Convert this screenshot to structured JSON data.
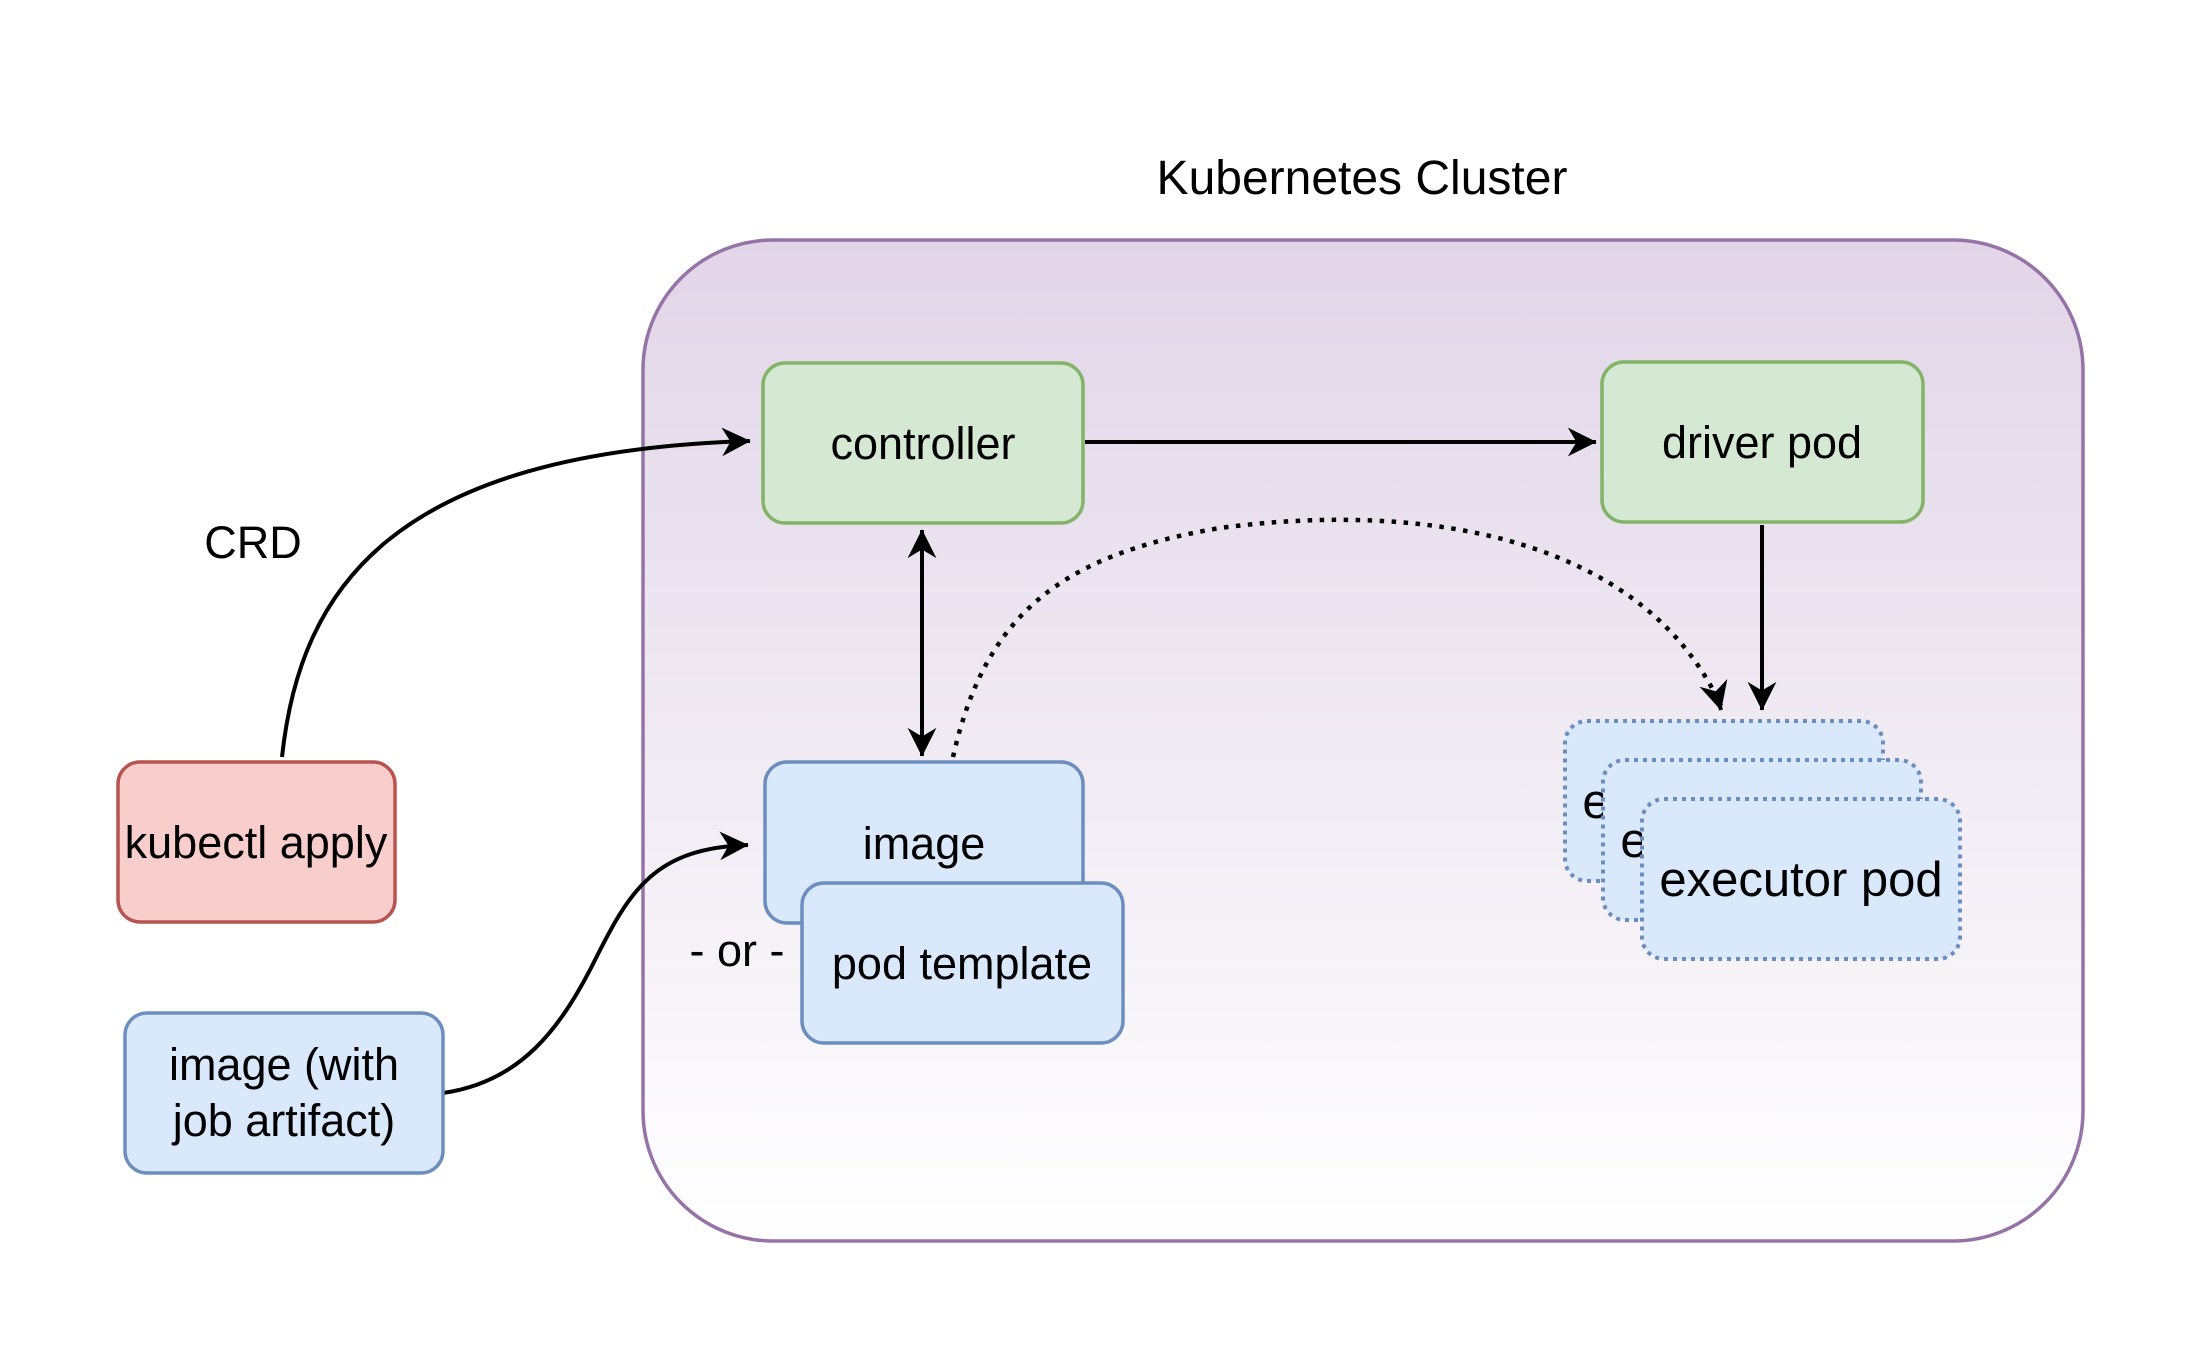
{
  "diagram": {
    "title": "Kubernetes Cluster",
    "nodes": {
      "kubectl_apply": {
        "label": "kubectl apply",
        "fill": "#f8cecc",
        "stroke": "#b85450"
      },
      "image_with_artifact": {
        "line1": "image (with",
        "line2": "job artifact)",
        "fill": "#dae8fc",
        "stroke": "#6c8ebf"
      },
      "controller": {
        "label": "controller",
        "fill": "#d5e8d4",
        "stroke": "#82b366"
      },
      "driver_pod": {
        "label": "driver pod",
        "fill": "#d5e8d4",
        "stroke": "#82b366"
      },
      "image": {
        "label": "image",
        "fill": "#dae8fc",
        "stroke": "#6c8ebf"
      },
      "pod_template": {
        "label": "pod template",
        "fill": "#dae8fc",
        "stroke": "#6c8ebf"
      },
      "executor_pod": {
        "label": "executor pod",
        "count": 3,
        "fill": "#dae8fc",
        "stroke": "#6c8ebf",
        "border_style": "dotted"
      }
    },
    "edge_labels": {
      "crd": "CRD",
      "or": "- or -"
    },
    "edges": [
      {
        "from": "kubectl apply",
        "to": "controller",
        "label": "CRD",
        "style": "solid-curve",
        "arrow": "end"
      },
      {
        "from": "controller",
        "to": "driver pod",
        "style": "solid",
        "arrow": "end"
      },
      {
        "from": "controller",
        "to": "image",
        "style": "solid",
        "arrow": "both"
      },
      {
        "from": "image",
        "to": "executor pod",
        "style": "dotted-curve",
        "arrow": "end"
      },
      {
        "from": "driver pod",
        "to": "executor pod",
        "style": "solid",
        "arrow": "end"
      },
      {
        "from": "image (with job artifact)",
        "to": "image",
        "style": "solid-curve",
        "arrow": "end"
      }
    ],
    "colors": {
      "cluster_fill_top": "#e1d5e7",
      "cluster_fill_bottom": "#ffffff",
      "cluster_stroke": "#9673a6",
      "green_fill": "#d5e8d4",
      "green_stroke": "#82b366",
      "blue_fill": "#dae8fc",
      "blue_stroke": "#6c8ebf",
      "red_fill": "#f8cecc",
      "red_stroke": "#b85450",
      "line": "#000000",
      "background": "#ffffff"
    }
  }
}
